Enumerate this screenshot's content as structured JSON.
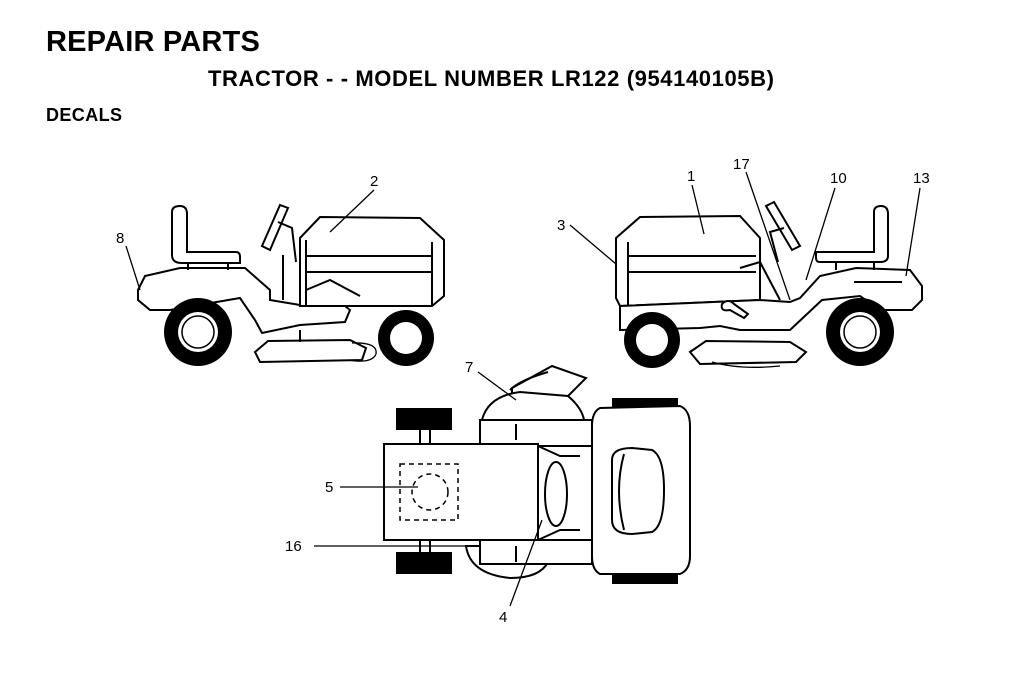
{
  "header": {
    "title": "REPAIR PARTS",
    "subtitle": "TRACTOR - - MODEL NUMBER LR122 (954140105B)",
    "section": "DECALS"
  },
  "callouts": {
    "c1": "1",
    "c2": "2",
    "c3": "3",
    "c4": "4",
    "c5": "5",
    "c7": "7",
    "c8": "8",
    "c10": "10",
    "c13": "13",
    "c16": "16",
    "c17": "17"
  }
}
